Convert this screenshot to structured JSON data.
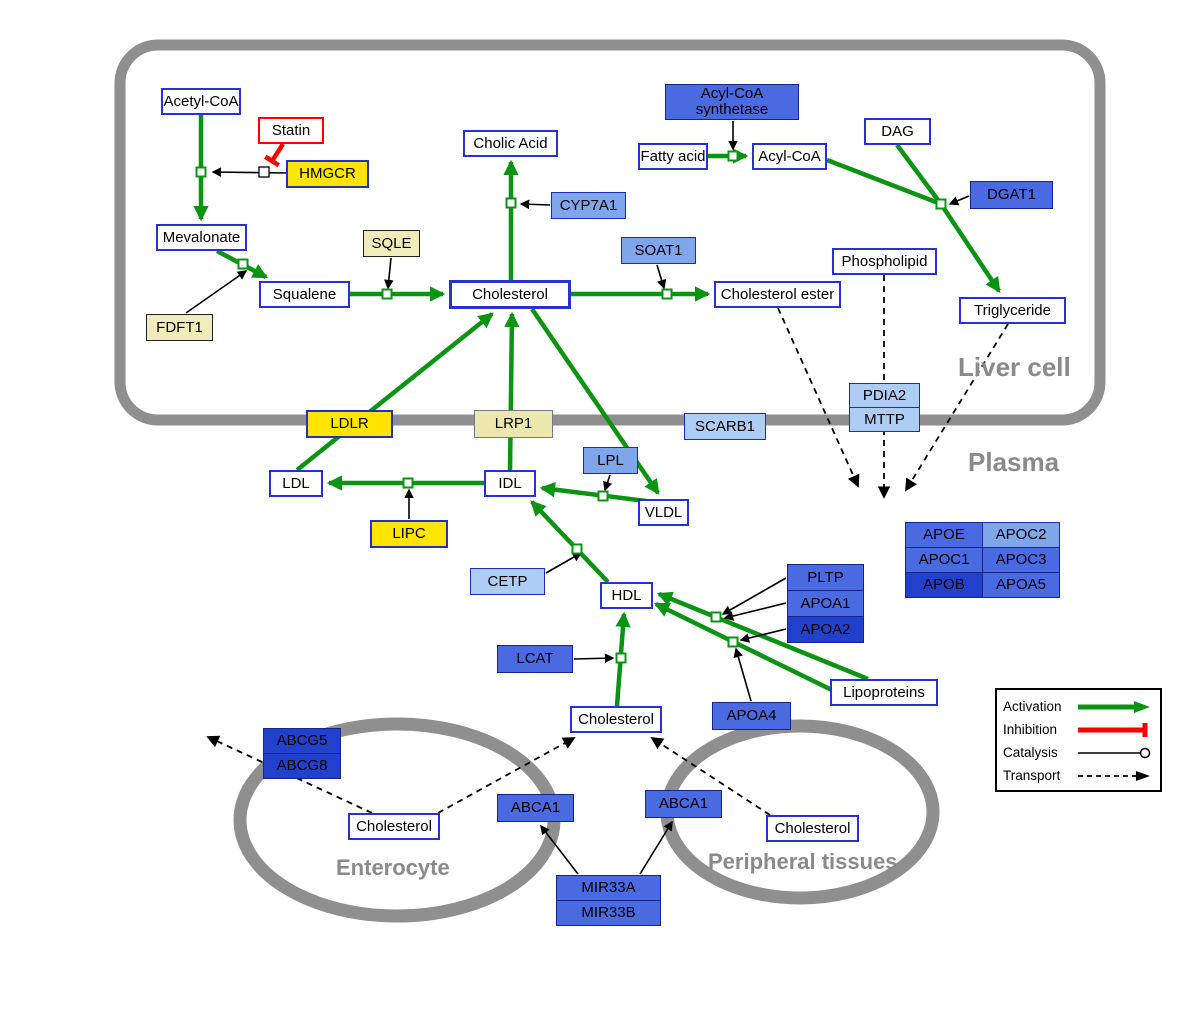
{
  "compartments": {
    "liver_cell": "Liver cell",
    "plasma": "Plasma",
    "enterocyte": "Enterocyte",
    "peripheral_tissues": "Peripheral tissues"
  },
  "nodes": {
    "acetyl_coa": "Acetyl-CoA",
    "statin": "Statin",
    "hmgcr": "HMGCR",
    "mevalonate": "Mevalonate",
    "sqle": "SQLE",
    "fdft1": "FDFT1",
    "squalene": "Squalene",
    "cholesterol_liver": "Cholesterol",
    "cholic_acid": "Cholic Acid",
    "cyp7a1": "CYP7A1",
    "soat1": "SOAT1",
    "cholesterol_ester": "Cholesterol ester",
    "acyl_coa_synthetase": "Acyl-CoA synthetase",
    "fatty_acid": "Fatty acid",
    "acyl_coa": "Acyl-CoA",
    "dag": "DAG",
    "dgat1": "DGAT1",
    "phospholipid": "Phospholipid",
    "triglyceride": "Triglyceride",
    "pdia2": "PDIA2",
    "mttp": "MTTP",
    "ldlr": "LDLR",
    "lrp1": "LRP1",
    "scarb1": "SCARB1",
    "ldl": "LDL",
    "idl": "IDL",
    "lpl": "LPL",
    "vldl": "VLDL",
    "lipc": "LIPC",
    "cetp": "CETP",
    "hdl": "HDL",
    "lcat": "LCAT",
    "pltp": "PLTP",
    "apoa1": "APOA1",
    "apoa2": "APOA2",
    "apoa4": "APOA4",
    "lipoproteins": "Lipoproteins",
    "apoe": "APOE",
    "apoc2": "APOC2",
    "apoc1": "APOC1",
    "apoc3": "APOC3",
    "apob": "APOB",
    "apoa5": "APOA5",
    "cholesterol_plasma": "Cholesterol",
    "abcg5": "ABCG5",
    "abcg8": "ABCG8",
    "cholesterol_enterocyte": "Cholesterol",
    "abca1_left": "ABCA1",
    "abca1_right": "ABCA1",
    "cholesterol_peripheral": "Cholesterol",
    "mir33a": "MIR33A",
    "mir33b": "MIR33B"
  },
  "legend": {
    "activation": "Activation",
    "inhibition": "Inhibition",
    "catalysis": "Catalysis",
    "transport": "Transport"
  },
  "colors": {
    "activation_green": "#0b9412",
    "inhibition_red": "#ff0000",
    "metabolite_border_blue": "#2832d2",
    "gene_yellow": "#ffe400",
    "gene_pale_yellow": "#f2ecba",
    "gene_light_blue": "#7fa6ea",
    "gene_lighter_blue": "#aecdf4",
    "gene_medium_blue": "#4a6ae2",
    "gene_dark_blue": "#2140cc",
    "compartment_gray": "#8f8f8f"
  }
}
